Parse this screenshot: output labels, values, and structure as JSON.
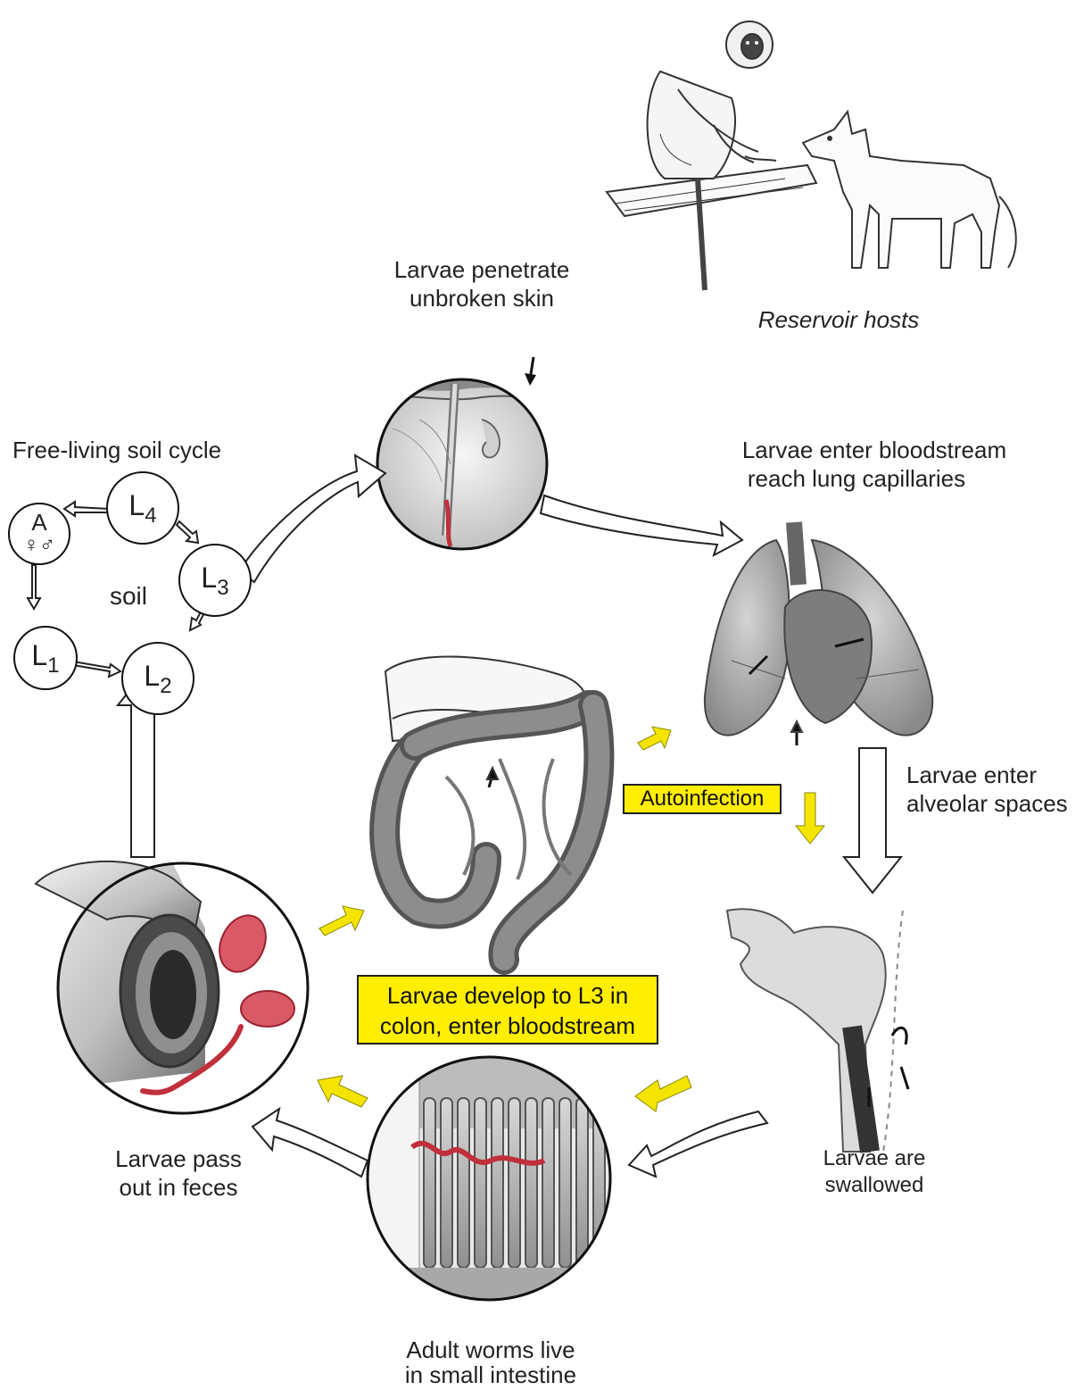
{
  "colors": {
    "autoinfection_box": "#ffee00",
    "yellow_arrow": "#f4e400",
    "worm_red": "#c0303c",
    "outline": "#222222"
  },
  "labels": {
    "reservoir": "Reservoir hosts",
    "penetrate_line1": "Larvae penetrate",
    "penetrate_line2": "unbroken skin",
    "bloodstream_line1": "Larvae enter bloodstream",
    "bloodstream_line2": "reach lung capillaries",
    "soil_cycle_title": "Free-living soil cycle",
    "alveolar_line1": "Larvae enter",
    "alveolar_line2": "alveolar spaces",
    "autoinfection": "Autoinfection",
    "develop_line1": "Larvae develop to L3 in",
    "develop_line2": "colon, enter bloodstream",
    "swallowed_line1": "Larvae are",
    "swallowed_line2": "swallowed",
    "feces_line1": "Larvae pass",
    "feces_line2": "out in feces",
    "adult_line1": "Adult worms live",
    "adult_line2": "in small intestine"
  },
  "soil_cycle": {
    "center": "soil",
    "nodes": [
      {
        "id": "A",
        "main": "A",
        "sub": "♀♂"
      },
      {
        "id": "L4",
        "main": "L",
        "sub": "4"
      },
      {
        "id": "L3",
        "main": "L",
        "sub": "3"
      },
      {
        "id": "L2",
        "main": "L",
        "sub": "2"
      },
      {
        "id": "L1",
        "main": "L",
        "sub": "1"
      }
    ]
  },
  "icons": [
    "monkey-illustration",
    "dog-illustration",
    "skin-penetration-illustration",
    "lungs-heart-illustration",
    "colon-illustration",
    "throat-illustration",
    "small-intestine-villi-illustration",
    "intestine-feces-illustration"
  ]
}
